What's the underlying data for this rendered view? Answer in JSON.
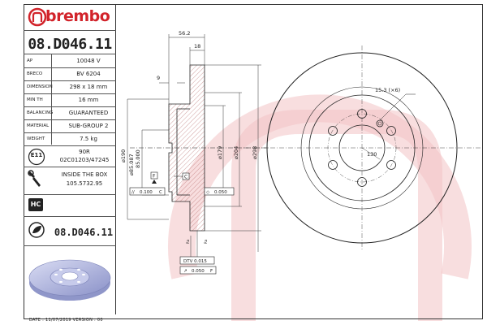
{
  "brand": {
    "name": "brembo",
    "color": "#d2232a"
  },
  "part_number": "08.D046.11",
  "specs": [
    {
      "key": "AP",
      "value": "10048 V"
    },
    {
      "key": "BRECO",
      "value": "BV 6204"
    },
    {
      "key": "DIMENSION",
      "value": "298 x 18 mm"
    },
    {
      "key": "MIN TH",
      "value": "16 mm"
    },
    {
      "key": "BALANCING",
      "value": "GUARANTEED"
    },
    {
      "key": "MATERIAL",
      "value": "SUB-GROUP 2"
    },
    {
      "key": "WEIGHT",
      "value": "7.5 kg"
    }
  ],
  "approval": {
    "mark": "E11",
    "line1": "90R",
    "line2": "02C01203/47245"
  },
  "inside_box": {
    "line1": "INSIDE THE BOX",
    "line2": "105.5732.95"
  },
  "hc_label": "HC",
  "part_number_repeat": "08.D046.11",
  "footer": "DATE : 11/07/2019 VERSION : 00",
  "dimensions": {
    "total_height": "56.2",
    "disc_thickness": "18",
    "hat_thickness": "9",
    "d190": "⌀190",
    "d85087": "⌀85.087",
    "d85000": "85.000",
    "d179": "⌀179",
    "d204": "⌀204",
    "d298": "⌀298",
    "hole": "15.3 (×6)",
    "pcd": "130",
    "flat_val": "0.100",
    "flat_ref": "C",
    "flat2": "0.050",
    "ref_f": "F",
    "ref_c": "C",
    "dtv": "DTV 0.015",
    "runout": "0.050",
    "runout_ref": "F",
    "rough1": "Ra",
    "rough2": "Ra"
  }
}
